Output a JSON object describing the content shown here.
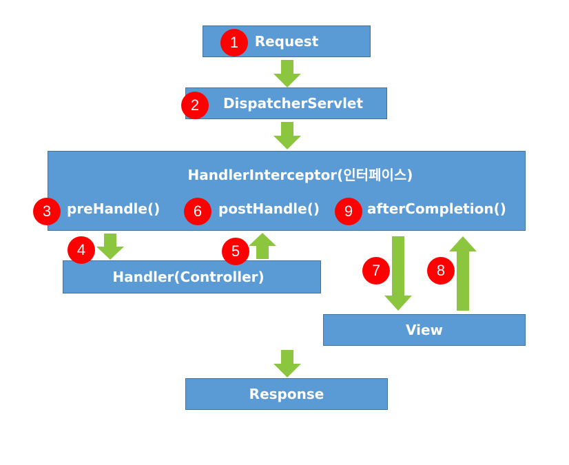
{
  "nodes": {
    "request": "Request",
    "dispatcher": "DispatcherServlet",
    "interceptor": "HandlerInterceptor(인터페이스)",
    "pre_handle": "preHandle()",
    "post_handle": "postHandle()",
    "after_completion": "afterCompletion()",
    "handler": "Handler(Controller)",
    "view": "View",
    "response": "Response"
  },
  "steps": [
    "1",
    "2",
    "3",
    "4",
    "5",
    "6",
    "7",
    "8",
    "9"
  ],
  "colors": {
    "box_fill": "#5b9bd5",
    "box_border": "#41719c",
    "arrow": "#8cc63f",
    "badge": "#ff0000",
    "text": "#ffffff"
  }
}
